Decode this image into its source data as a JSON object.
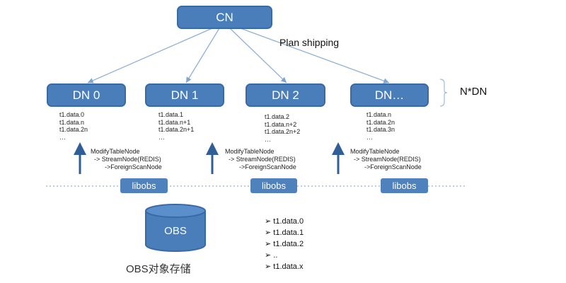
{
  "cn": {
    "label": "CN"
  },
  "plan_label": "Plan shipping",
  "dn_group_label": "N*DN",
  "dns": [
    {
      "label": "DN 0",
      "data": [
        "t1.data.0",
        "t1.data.n",
        "t1.data.2n",
        "…"
      ]
    },
    {
      "label": "DN 1",
      "data": [
        "t1.data.1",
        "t1.data.n+1",
        "t1.data.2n+1",
        "…"
      ]
    },
    {
      "label": "DN 2",
      "data": [
        "t1.data.2",
        "t1.data.n+2",
        "t1.data.2n+2",
        "…"
      ]
    },
    {
      "label": "DN…",
      "data": [
        "t1.data.n",
        "t1.data.2n",
        "t1.data.3n",
        "…"
      ]
    }
  ],
  "plan_tree": [
    "ModifyTableNode",
    "  -> StreamNode(REDIS)",
    "        ->ForeignScanNode"
  ],
  "libobs": [
    "libobs",
    "libobs",
    "libobs"
  ],
  "obs": {
    "label": "OBS",
    "caption": "OBS对象存储"
  },
  "objects": [
    "t1.data.0",
    "t1.data.1",
    "t1.data.2",
    "..",
    "t1.data.x"
  ],
  "colors": {
    "node": "#4a7ebb",
    "arrow": "#9dbbdc",
    "up_arrow": "#2f5f96"
  }
}
